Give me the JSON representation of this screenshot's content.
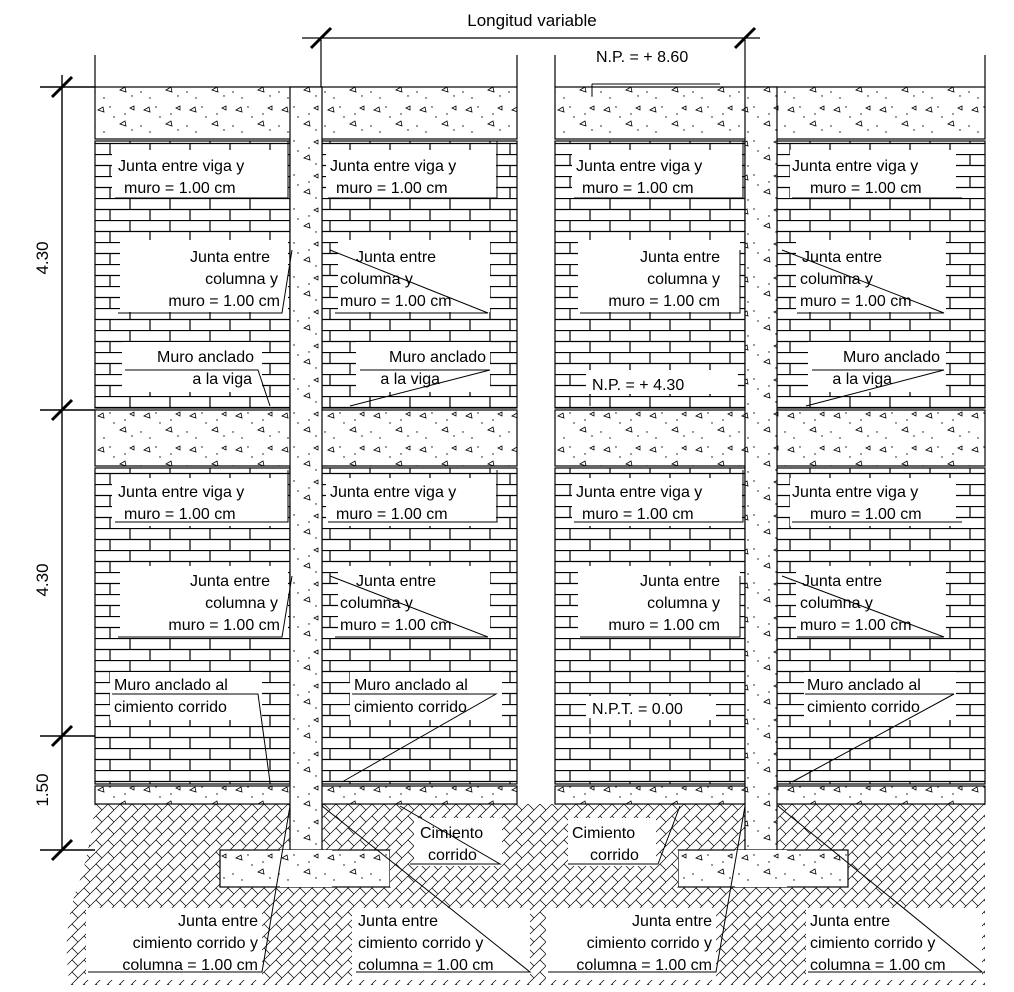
{
  "title": "Longitud variable",
  "dimensions": {
    "upper": "4.30",
    "middle": "4.30",
    "lower": "1.50"
  },
  "levels": {
    "top": "N.P. = + 8.60",
    "mid": "N.P. = + 4.30",
    "ground": "N.P.T. = 0.00"
  },
  "notes": {
    "beam_joint": [
      "Junta entre viga y",
      "muro = 1.00 cm"
    ],
    "column_joint": [
      "Junta entre",
      "columna y",
      "muro = 1.00 cm"
    ],
    "wall_beam": [
      "Muro anclado",
      "a la viga"
    ],
    "wall_footing": [
      "Muro anclado al",
      "cimiento corrido"
    ],
    "footing": [
      "Cimiento",
      "corrido"
    ],
    "footing_joint": [
      "Junta entre",
      "cimiento corrido y",
      "columna = 1.00 cm"
    ]
  }
}
